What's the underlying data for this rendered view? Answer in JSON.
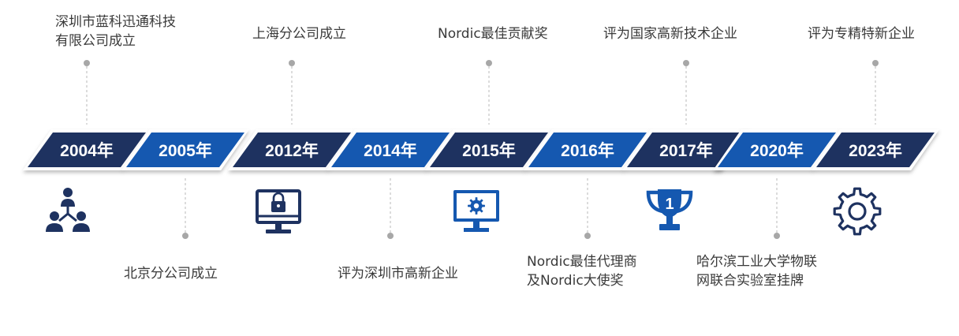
{
  "colors": {
    "dark": "#1e3260",
    "blue": "#1558b0",
    "connector": "#c4c4c4",
    "dot": "#a7a7a7",
    "text": "#3a3a3a"
  },
  "milestones": [
    {
      "year": "2004年",
      "event": [
        "深圳市蓝科迅通科技",
        "有限公司成立"
      ],
      "side": "top",
      "icon": "org-network-icon"
    },
    {
      "year": "2005年",
      "event": [
        "北京分公司成立"
      ],
      "side": "bottom",
      "icon": ""
    },
    {
      "year": "2012年",
      "event": [
        "上海分公司成立"
      ],
      "side": "top",
      "icon": "secure-monitor-icon"
    },
    {
      "year": "2014年",
      "event": [
        "评为深圳市高新企业"
      ],
      "side": "bottom",
      "icon": ""
    },
    {
      "year": "2015年",
      "event": [
        "Nordic最佳贡献奖"
      ],
      "side": "top",
      "icon": "monitor-gear-icon"
    },
    {
      "year": "2016年",
      "event": [
        "Nordic最佳代理商",
        "及Nordic大使奖"
      ],
      "side": "bottom",
      "icon": ""
    },
    {
      "year": "2017年",
      "event": [
        "评为国家高新技术企业"
      ],
      "side": "top",
      "icon": "trophy-icon"
    },
    {
      "year": "2020年",
      "event": [
        "哈尔滨工业大学物联",
        "网联合实验室挂牌"
      ],
      "side": "bottom",
      "icon": ""
    },
    {
      "year": "2023年",
      "event": [
        "评为专精特新企业"
      ],
      "side": "top",
      "icon": "gear-icon"
    }
  ],
  "trophy_number": "1"
}
